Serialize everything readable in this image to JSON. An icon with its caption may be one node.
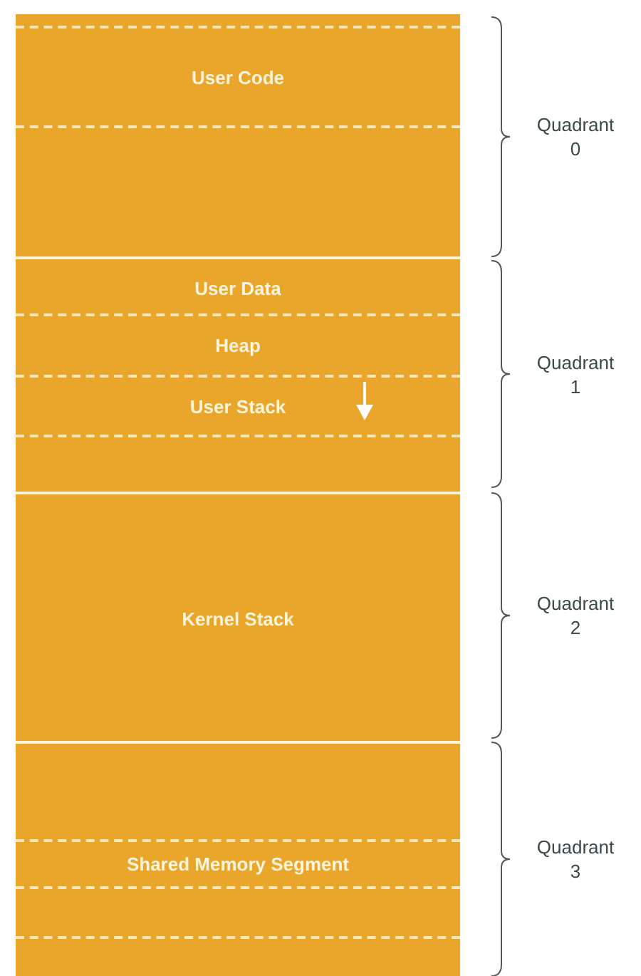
{
  "diagram": {
    "nodes": [
      {
        "text": [],
        "shape": "box"
      },
      {
        "text": [
          "User Code"
        ],
        "in": 0
      },
      {
        "text": [],
        "shape": "box"
      },
      {
        "text": [
          "User Data"
        ],
        "in": 2
      },
      {
        "text": [
          "Heap"
        ],
        "in": 2
      },
      {
        "text": [
          "User Stack"
        ],
        "in": 2
      },
      {
        "text": [],
        "shape": "box"
      },
      {
        "text": [
          "Kernel Stack"
        ],
        "in": 6
      },
      {
        "text": [],
        "shape": "box"
      },
      {
        "text": [
          "Shared Memory Segment"
        ],
        "in": 8
      }
    ],
    "labels": [
      "Quadrant 0",
      "Quadrant 1",
      "Quadrant 2",
      "Quadrant 3"
    ]
  }
}
